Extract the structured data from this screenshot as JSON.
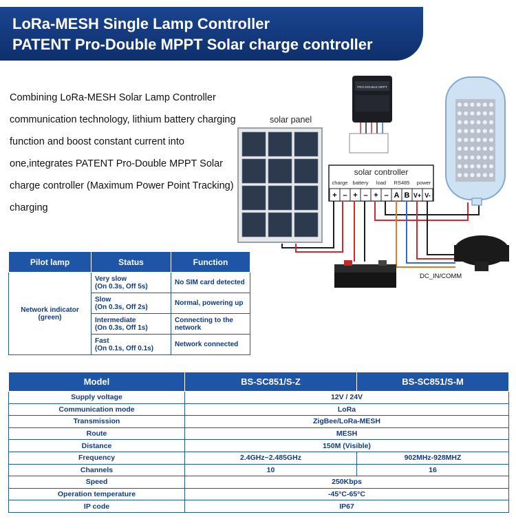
{
  "banner": {
    "line1": "LoRa-MESH Single Lamp Controller",
    "line2": "PATENT Pro-Double MPPT Solar charge controller"
  },
  "intro": "Combining LoRa-MESH Solar Lamp Controller communication technology, lithium battery charging function and boost constant current into one,integrates PATENT Pro-Double MPPT Solar charge controller (Maximum Power Point Tracking) charging",
  "diagram": {
    "solar_panel_label": "solar panel",
    "controller_label": "solar controller",
    "groups": [
      "charge",
      "battery",
      "load",
      "RS485",
      "power"
    ],
    "terminals": [
      "+",
      "–",
      "+",
      "–",
      "+",
      "–",
      "A",
      "B",
      "V+",
      "V-"
    ],
    "device_label": "PRO-DOUBLE MPPT",
    "dc_label": "DC_IN/COMM"
  },
  "pilot_table": {
    "headers": [
      "Pilot lamp",
      "Status",
      "Function"
    ],
    "lamp": "Network indicator (green)",
    "rows": [
      {
        "status": "Very slow",
        "timing": "(On 0.3s, Off 5s)",
        "function": "No SIM card detected"
      },
      {
        "status": "Slow",
        "timing": "(On 0.3s, Off 2s)",
        "function": "Normal, powering up"
      },
      {
        "status": "Intermediate",
        "timing": "(On 0.3s, Off 1s)",
        "function": "Connecting to the network"
      },
      {
        "status": "Fast",
        "timing": "(On 0.1s, Off 0.1s)",
        "function": "Network connected"
      }
    ]
  },
  "spec_table": {
    "headers": [
      "Model",
      "BS-SC851/S-Z",
      "BS-SC851/S-M"
    ],
    "rows": [
      {
        "label": "Supply voltage",
        "value": "12V / 24V"
      },
      {
        "label": "Communication mode",
        "value": "LoRa"
      },
      {
        "label": "Transmission",
        "value": "ZigBee/LoRa-MESH"
      },
      {
        "label": "Route",
        "value": "MESH"
      },
      {
        "label": "Distance",
        "value": "150M (Visible)"
      },
      {
        "label": "Frequency",
        "z": "2.4GHz~2.485GHz",
        "m": "902MHz-928MHZ"
      },
      {
        "label": "Channels",
        "z": "10",
        "m": "16"
      },
      {
        "label": "Speed",
        "value": "250Kbps"
      },
      {
        "label": "Operation temperature",
        "value": "-45°C-65°C"
      },
      {
        "label": "IP code",
        "value": "IP67"
      }
    ]
  },
  "colors": {
    "brand_blue": "#1e55a6",
    "banner_blue": "#0e2f6c",
    "wire_red": "#d9262b",
    "wire_blue": "#2a6fd0",
    "wire_orange": "#e8781e"
  }
}
